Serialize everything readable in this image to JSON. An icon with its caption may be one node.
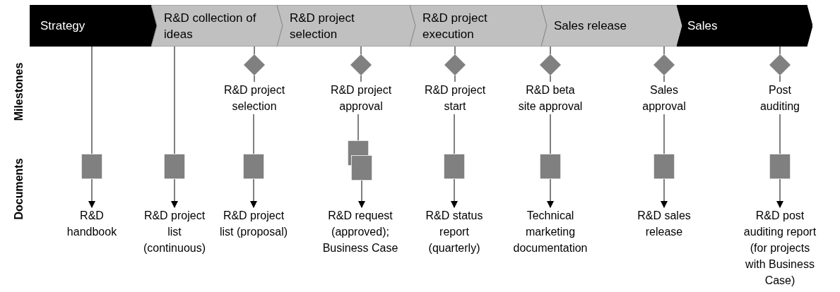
{
  "diagram": {
    "nodes": [
      {
        "text": [
          "Strategy"
        ]
      },
      {
        "text": [
          "R&D collection of ideas"
        ]
      },
      {
        "text": [
          "R&D project selection"
        ]
      },
      {
        "text": [
          "R&D project execution"
        ]
      },
      {
        "text": [
          "Sales release"
        ]
      },
      {
        "text": [
          "Sales"
        ]
      },
      {
        "text": [],
        "shape": "diamond"
      },
      {
        "text": [],
        "shape": "diamond"
      },
      {
        "text": [],
        "shape": "diamond"
      },
      {
        "text": [],
        "shape": "diamond"
      },
      {
        "text": [],
        "shape": "diamond"
      },
      {
        "text": [],
        "shape": "diamond"
      },
      {
        "text": [
          "R&D project selection"
        ]
      },
      {
        "text": [
          "R&D project approval"
        ]
      },
      {
        "text": [
          "R&D project start"
        ]
      },
      {
        "text": [
          "R&D beta site approval"
        ]
      },
      {
        "text": [
          "Sales approval"
        ]
      },
      {
        "text": [
          "Post auditing"
        ]
      },
      {
        "text": [],
        "shape": "box"
      },
      {
        "text": [],
        "shape": "box"
      },
      {
        "text": [],
        "shape": "box"
      },
      {
        "text": [],
        "shape": "box"
      },
      {
        "text": [],
        "shape": "box"
      },
      {
        "text": [],
        "shape": "box"
      },
      {
        "text": [],
        "shape": "box"
      },
      {
        "text": [],
        "shape": "box"
      },
      {
        "text": [],
        "shape": "box"
      },
      {
        "text": [
          "R&D handbook"
        ]
      },
      {
        "text": [
          "R&D project list (continuous)"
        ]
      },
      {
        "text": [
          "R&D project list (proposal)"
        ]
      },
      {
        "text": [
          "R&D request (approved); Business Case"
        ]
      },
      {
        "text": [
          "R&D status report (quarterly)"
        ]
      },
      {
        "text": [
          "Technical marketing documentation"
        ]
      },
      {
        "text": [
          "R&D sales release"
        ]
      },
      {
        "text": [
          "R&D post auditing report (for projects with Business Case)"
        ]
      }
    ],
    "edges": [
      {
        "from": 0,
        "to": 18,
        "arrow": "none"
      },
      {
        "from": 1,
        "to": 19,
        "arrow": "none"
      },
      {
        "from": 1,
        "to": 6,
        "arrow": "none"
      },
      {
        "from": 2,
        "to": 7,
        "arrow": "none"
      },
      {
        "from": 3,
        "to": 8,
        "arrow": "none"
      },
      {
        "from": 4,
        "to": 9,
        "arrow": "none"
      },
      {
        "from": 4,
        "to": 10,
        "arrow": "none"
      },
      {
        "from": 5,
        "to": 11,
        "arrow": "none"
      },
      {
        "from": 6,
        "to": 12,
        "arrow": "none"
      },
      {
        "from": 7,
        "to": 13,
        "arrow": "none"
      },
      {
        "from": 8,
        "to": 14,
        "arrow": "none"
      },
      {
        "from": 9,
        "to": 15,
        "arrow": "none"
      },
      {
        "from": 10,
        "to": 16,
        "arrow": "none"
      },
      {
        "from": 11,
        "to": 17,
        "arrow": "none"
      },
      {
        "from": 12,
        "to": 20,
        "arrow": "none"
      },
      {
        "from": 13,
        "to": 21,
        "arrow": "none"
      },
      {
        "from": 14,
        "to": 23,
        "arrow": "none"
      },
      {
        "from": 15,
        "to": 24,
        "arrow": "none"
      },
      {
        "from": 16,
        "to": 25,
        "arrow": "none"
      },
      {
        "from": 17,
        "to": 26,
        "arrow": "none"
      },
      {
        "from": 18,
        "to": 27,
        "arrow": "to"
      },
      {
        "from": 19,
        "to": 28,
        "arrow": "to"
      },
      {
        "from": 20,
        "to": 29,
        "arrow": "to"
      },
      {
        "from": 22,
        "to": 30,
        "arrow": "to"
      },
      {
        "from": 23,
        "to": 31,
        "arrow": "to"
      },
      {
        "from": 24,
        "to": 32,
        "arrow": "to"
      },
      {
        "from": 25,
        "to": 33,
        "arrow": "to"
      },
      {
        "from": 26,
        "to": 34,
        "arrow": "to"
      }
    ],
    "labels": [
      "Milestones",
      "Documents"
    ]
  }
}
